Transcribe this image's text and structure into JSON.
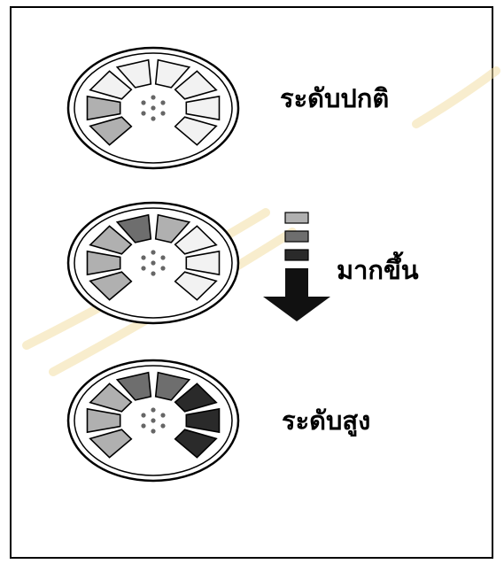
{
  "labels": {
    "normal": "ระดับปกติ",
    "increase": "มากขึ้น",
    "high": "ระดับสูง"
  },
  "colors": {
    "segment_light": "#f2f2f2",
    "segment_mid": "#b0b0b0",
    "segment_dark": "#6e6e6e",
    "segment_black": "#2a2a2a",
    "outline": "#000000",
    "watermark": "#f3dfa6"
  },
  "gauges": [
    {
      "level": "normal",
      "segments": [
        "segment_mid",
        "segment_light",
        "segment_light",
        "segment_light",
        "segment_light",
        "segment_light",
        "segment_light",
        "segment_mid"
      ]
    },
    {
      "level": "medium",
      "segments": [
        "segment_mid",
        "segment_mid",
        "segment_dark",
        "segment_mid",
        "segment_light",
        "segment_light",
        "segment_light",
        "segment_mid"
      ]
    },
    {
      "level": "high",
      "segments": [
        "segment_mid",
        "segment_mid",
        "segment_dark",
        "segment_dark",
        "segment_black",
        "segment_black",
        "segment_black",
        "segment_mid"
      ]
    }
  ],
  "arrow_scale": [
    "segment_mid",
    "segment_dark",
    "segment_black"
  ]
}
